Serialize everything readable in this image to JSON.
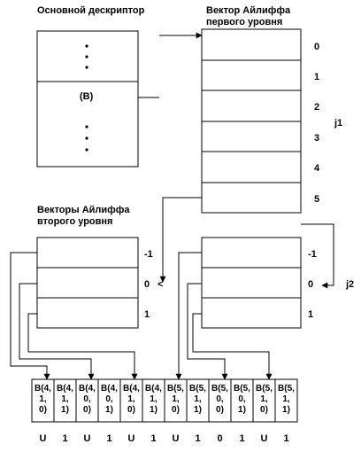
{
  "main_descriptor": {
    "title": "Основной дескриптор",
    "middle_label": "(B)"
  },
  "first_level": {
    "title_line1": "Вектор Айлиффа",
    "title_line2": "первого уровня",
    "indices": [
      "0",
      "1",
      "2",
      "3",
      "4",
      "5"
    ],
    "index_name": "j1"
  },
  "second_level": {
    "title_line1": "Векторы Айлиффа",
    "title_line2": "второго уровня",
    "indices": [
      "-1",
      "0",
      "1"
    ],
    "right_indices": [
      "-1",
      "0",
      "1"
    ],
    "index_name": "j2",
    "left_marker": "<"
  },
  "elements": [
    [
      "B(4,",
      "1,",
      "0)"
    ],
    [
      "B(4,",
      "1,",
      "1)"
    ],
    [
      "B(4,",
      "0,",
      "0)"
    ],
    [
      "B(4,",
      "0,",
      "1)"
    ],
    [
      "B(4,",
      "1,",
      "0)"
    ],
    [
      "B(4,",
      "1,",
      "1)"
    ],
    [
      "B(5,",
      "1,",
      "0)"
    ],
    [
      "B(5,",
      "1,",
      "1)"
    ],
    [
      "B(5,",
      "0,",
      "0)"
    ],
    [
      "B(5,",
      "0,",
      "1)"
    ],
    [
      "B(5,",
      "1,",
      "0)"
    ],
    [
      "B(5,",
      "1,",
      "1)"
    ]
  ],
  "bottom_values": [
    "U",
    "1",
    "U",
    "1",
    "U",
    "1",
    "U",
    "1",
    "0",
    "1",
    "U",
    "1"
  ]
}
